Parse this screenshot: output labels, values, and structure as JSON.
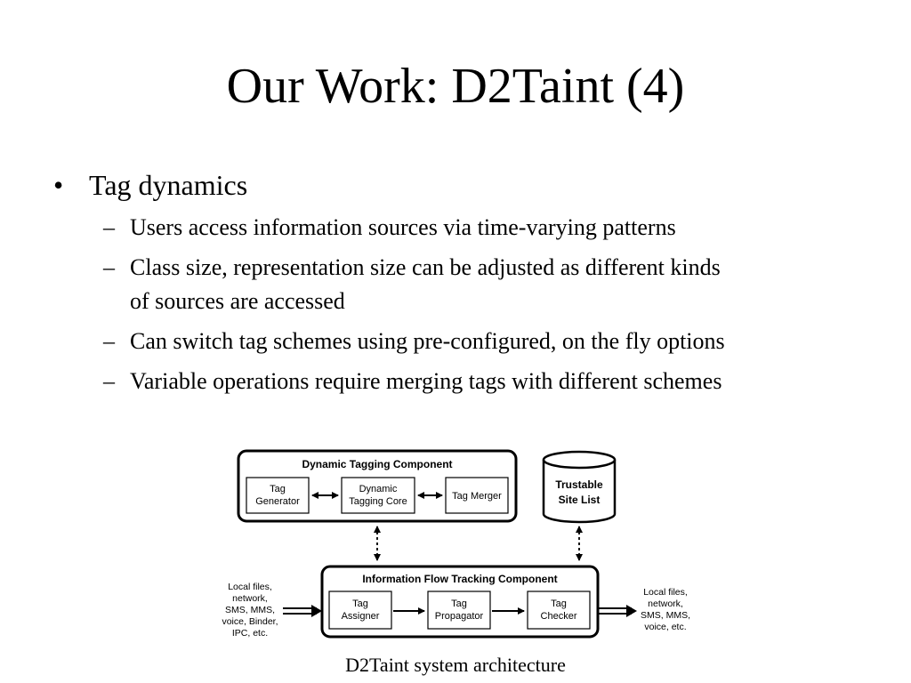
{
  "slide": {
    "title": "Our Work: D2Taint (4)",
    "bullet_mark": "•",
    "dash_mark": "–",
    "bullet": "Tag dynamics",
    "subbullets": [
      [
        "Users access information sources via time-varying patterns"
      ],
      [
        "Class size, representation size can be adjusted as different kinds",
        "of sources are accessed"
      ],
      [
        "Can switch tag schemes using pre-configured, on the fly options"
      ],
      [
        "Variable operations require merging tags with different schemes"
      ]
    ]
  },
  "diagram": {
    "dtc_title": "Dynamic Tagging Component",
    "tag_generator": [
      "Tag",
      "Generator"
    ],
    "dynamic_core": [
      "Dynamic",
      "Tagging Core"
    ],
    "tag_merger": "Tag Merger",
    "trustable": [
      "Trustable",
      "Site List"
    ],
    "iftc_title": "Information Flow Tracking Component",
    "tag_assigner": [
      "Tag",
      "Assigner"
    ],
    "tag_propagator": [
      "Tag",
      "Propagator"
    ],
    "tag_checker": [
      "Tag",
      "Checker"
    ],
    "left_sources": [
      "Local files,",
      "network,",
      "SMS, MMS,",
      "voice, Binder,",
      "IPC, etc."
    ],
    "right_sinks": [
      "Local files,",
      "network,",
      "SMS, MMS,",
      "voice, etc."
    ]
  },
  "caption": "D2Taint system architecture"
}
